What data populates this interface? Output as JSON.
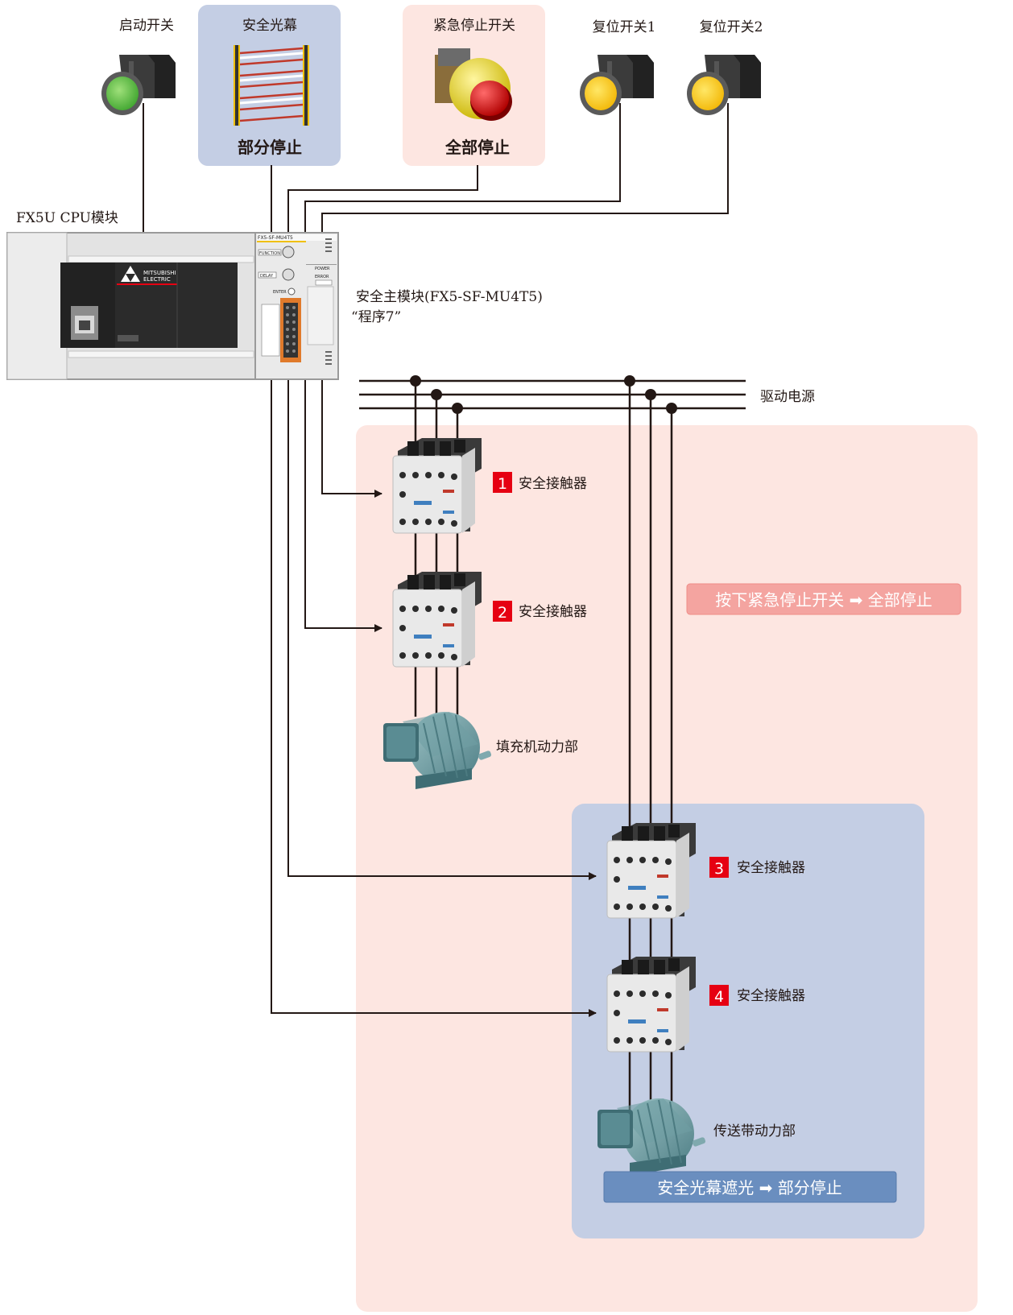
{
  "switches": {
    "start": "启动开关",
    "light_curtain": "安全光幕",
    "light_curtain_stop": "部分停止",
    "estop": "紧急停止开关",
    "estop_stop": "全部停止",
    "reset1": "复位开关1",
    "reset2": "复位开关2"
  },
  "cpu": {
    "label": "FX5U CPU模块",
    "brand": "MITSUBISHI",
    "brand2": "ELECTRIC"
  },
  "safety_module": {
    "label": "安全主模块(FX5-SF-MU4T5)",
    "program": "“程序7”",
    "model_text": "FX5-SF-MU4T5",
    "function": "FUNCTION",
    "delay": "DELAY",
    "enter": "ENTER",
    "power": "POWER",
    "error": "ERROR"
  },
  "power_supply": "驱动电源",
  "contactors": [
    {
      "num": "1",
      "label": "安全接触器"
    },
    {
      "num": "2",
      "label": "安全接触器"
    },
    {
      "num": "3",
      "label": "安全接触器"
    },
    {
      "num": "4",
      "label": "安全接触器"
    }
  ],
  "motors": {
    "filler": "填充机动力部",
    "conveyor": "传送带动力部"
  },
  "bands": {
    "estop_band": "按下紧急停止开关 ➡ 全部停止",
    "curtain_band": "安全光幕遮光 ➡ 部分停止"
  },
  "colors": {
    "pink_zone": "#fde6e1",
    "blue_zone": "#c4cee4",
    "estop_band": "#f4a4a0",
    "curtain_band": "#6a8ebf",
    "badge_red": "#e60012",
    "wire": "#231815"
  }
}
